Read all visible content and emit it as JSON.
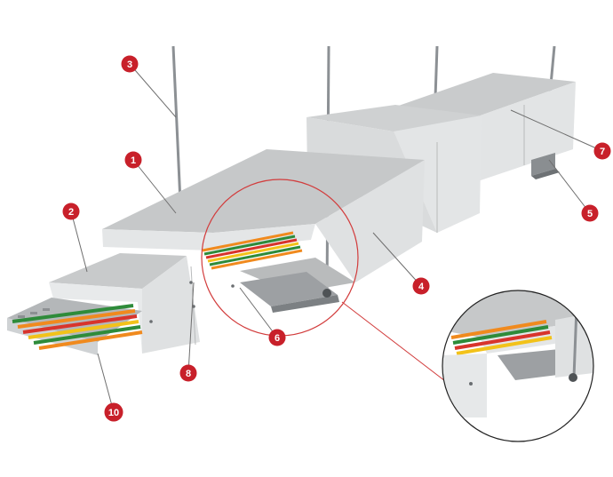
{
  "colors": {
    "callout": "#c8202a",
    "leader": "#6e6e6e",
    "board_top": "#c9cbcc",
    "board_side": "#dcdedf",
    "board_front": "#e6e8e9",
    "rod": "#8c9094",
    "zoom_ring": "#d23c3c",
    "cable_green": "#2e8b3a",
    "cable_orange": "#f08a1e",
    "cable_red": "#d8342c",
    "cable_yellow": "#f2c21a"
  },
  "callouts": [
    {
      "id": "c1",
      "label": "1"
    },
    {
      "id": "c2",
      "label": "2"
    },
    {
      "id": "c3",
      "label": "3"
    },
    {
      "id": "c4",
      "label": "4"
    },
    {
      "id": "c5",
      "label": "5"
    },
    {
      "id": "c6",
      "label": "6"
    },
    {
      "id": "c7",
      "label": "7"
    },
    {
      "id": "c8",
      "label": "8"
    },
    {
      "id": "c10",
      "label": "10"
    }
  ]
}
